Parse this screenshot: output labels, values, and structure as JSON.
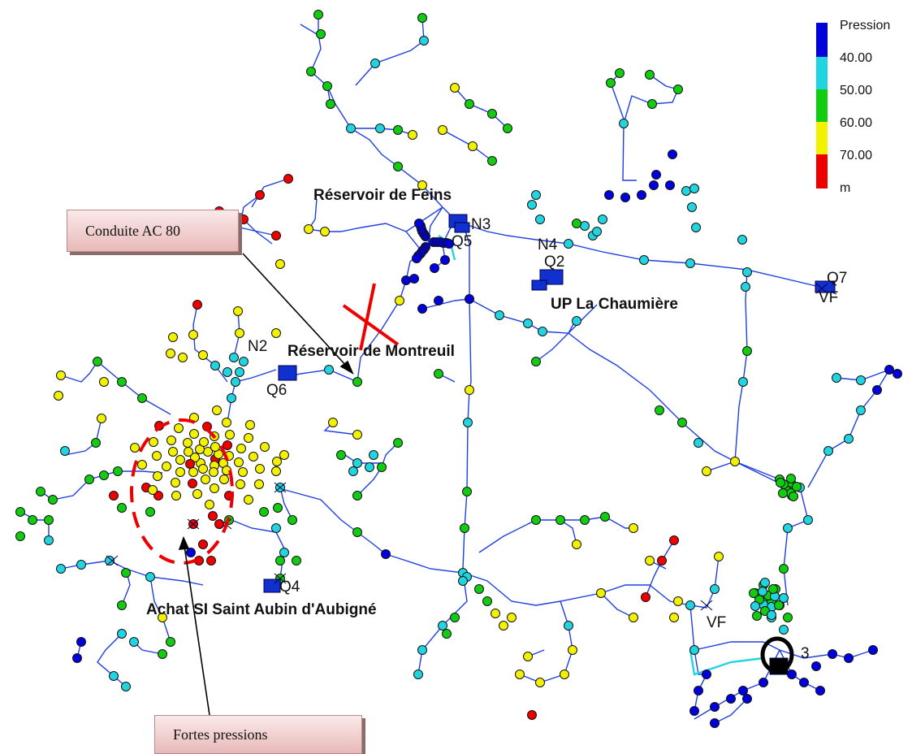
{
  "legend": {
    "title": "Pression",
    "unit": "m",
    "entries": [
      {
        "label": "40.00",
        "color": "#0000dd"
      },
      {
        "label": "50.00",
        "color": "#22d4e0"
      },
      {
        "label": "60.00",
        "color": "#11cc11"
      },
      {
        "label": "70.00",
        "color": "#f2f200"
      },
      {
        "label": "",
        "color": "#ee0000"
      }
    ]
  },
  "colors": {
    "pipe": "#1f3fe0",
    "high": "#ee0000",
    "callout_border": "#b98a8a"
  },
  "labels": {
    "reservoir_feins": "Réservoir de Feins",
    "reservoir_montreuil": "Réservoir de Montreuil",
    "up_chaumiere": "UP La Chaumière",
    "achat_si": "Achat SI Saint Aubin d'Aubigné",
    "n3": "N3",
    "q5": "Q5",
    "n4": "N4",
    "q2": "Q2",
    "q7": "Q7",
    "vf1": "VF",
    "n2": "N2",
    "q6": "Q6",
    "q4": "Q4",
    "vf2": "VF",
    "n3b": "3"
  },
  "callouts": {
    "conduite": "Conduite AC 80",
    "fortes": "Fortes pressions"
  }
}
